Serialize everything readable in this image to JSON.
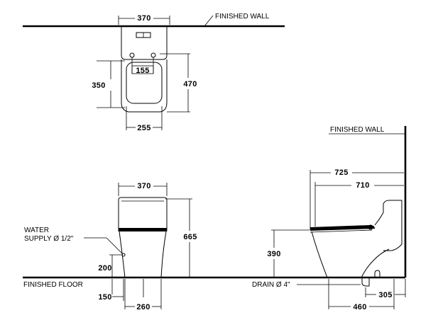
{
  "labels": {
    "finished_wall_top": "FINISHED  WALL",
    "finished_wall_side": "FINISHED  WALL",
    "finished_floor": "FINISHED  FLOOR",
    "water_supply_line1": "WATER",
    "water_supply_line2": "SUPPLY Ø 1/2\"",
    "drain": "DRAIN Ø 4\""
  },
  "dimensions": {
    "top_width": "370",
    "top_depth_seat": "350",
    "top_depth_total": "470",
    "top_inlet_spacing": "155",
    "top_base_width": "255",
    "front_width": "370",
    "front_height": "665",
    "front_supply_height": "200",
    "front_supply_offset": "150",
    "front_base_width": "260",
    "side_depth_total": "725",
    "side_depth_seat": "710",
    "side_seat_height": "390",
    "side_base_depth": "460",
    "side_rough_in": "305"
  }
}
